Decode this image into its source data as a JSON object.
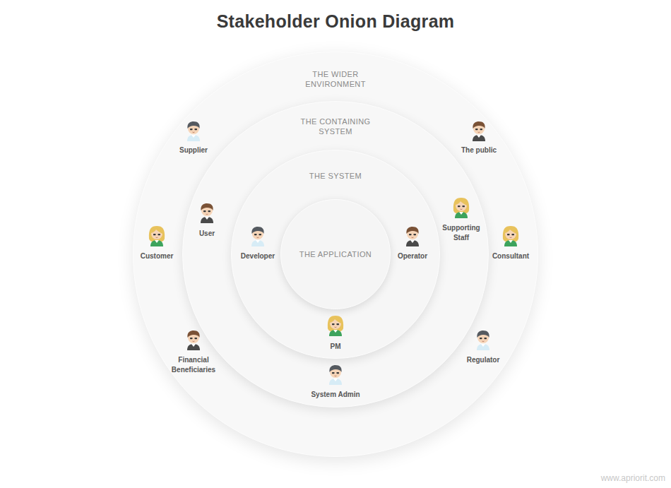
{
  "diagram": {
    "title": "Stakeholder Onion Diagram",
    "nodes": [
      {
        "text": [
          "THE WIDER ENVIRONMENT"
        ]
      },
      {
        "text": [
          "THE CONTAINING SYSTEM"
        ],
        "in": 0
      },
      {
        "text": [
          "THE SYSTEM"
        ],
        "in": 1
      },
      {
        "text": [
          "THE APPLICATION"
        ],
        "in": 2
      }
    ],
    "labels": [
      "Supplier",
      "The public",
      "User",
      "Supporting Staff",
      "Developer",
      "Operator",
      "Customer",
      "Consultant",
      "Financial Beneficiaries",
      "PM",
      "Regulator",
      "System Admin",
      "www.apriorit.com"
    ]
  }
}
